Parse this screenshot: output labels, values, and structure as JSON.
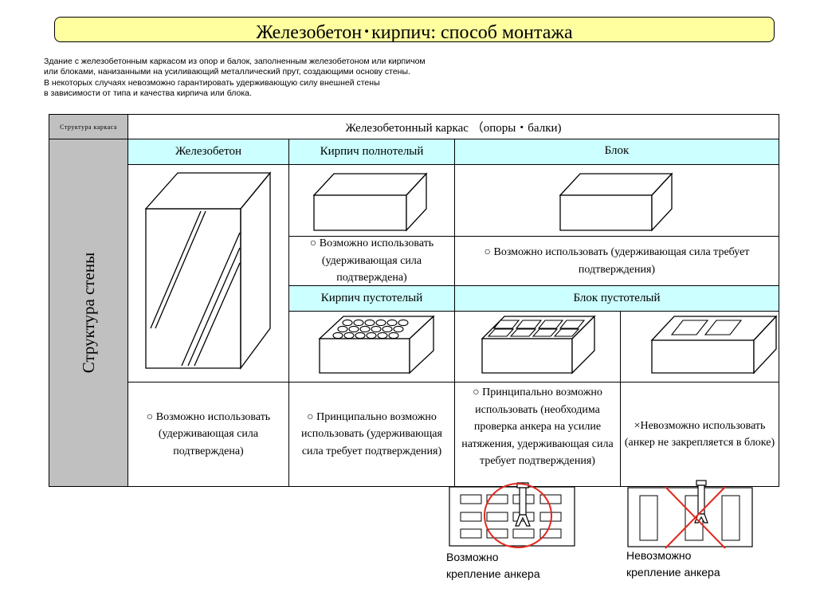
{
  "title": "Железобетон･кирпич: способ монтажа",
  "intro": "Здание с железобетонным каркасом из опор и балок, заполненным железобетоном или кирпичом\nили блоками, нанизанными на усиливающий металлический прут, создающими основу стены.\nВ некоторых случаях невозможно гарантировать удерживающую силу внешней стены\nв зависимости от типа и качества кирпича или блока.",
  "table": {
    "frame_label": "Структура каркаса",
    "frame_value": "Железобетонный каркас （опоры・балки)",
    "wall_label": "Структура стены",
    "col_concrete": "Железобетон",
    "col_solid_brick": "Кирпич полнотелый",
    "col_block": "Блок",
    "col_hollow_brick": "Кирпич пустотелый",
    "col_hollow_block": "Блок пустотелый",
    "solid_brick_note": "○ Возможно использовать (удерживающая сила подтверждена)",
    "block_note": "○ Возможно использовать (удерживающая сила требует подтверждения)",
    "concrete_note": "○ Возможно использовать (удерживающая сила подтверждена)",
    "hollow_brick_note": "○ Принципально возможно использовать (удерживающая сила требует подтверждения)",
    "hollow_block_small_note": "○ Принципально возможно использовать (необходима проверка анкера на усилие натяжения, удерживающая сила требует подтверждения)",
    "hollow_block_large_note": "×Невозможно использовать (анкер не закрепляется в блоке)"
  },
  "captions": {
    "possible": "Возможно\nкрепление анкера",
    "impossible": "Невозможно\nкрепление анкера"
  },
  "colors": {
    "title_bg": "#ffffa0",
    "header_bg": "#ccffff",
    "side_bg": "#c0c0c0",
    "mark_red": "#e0281e"
  }
}
